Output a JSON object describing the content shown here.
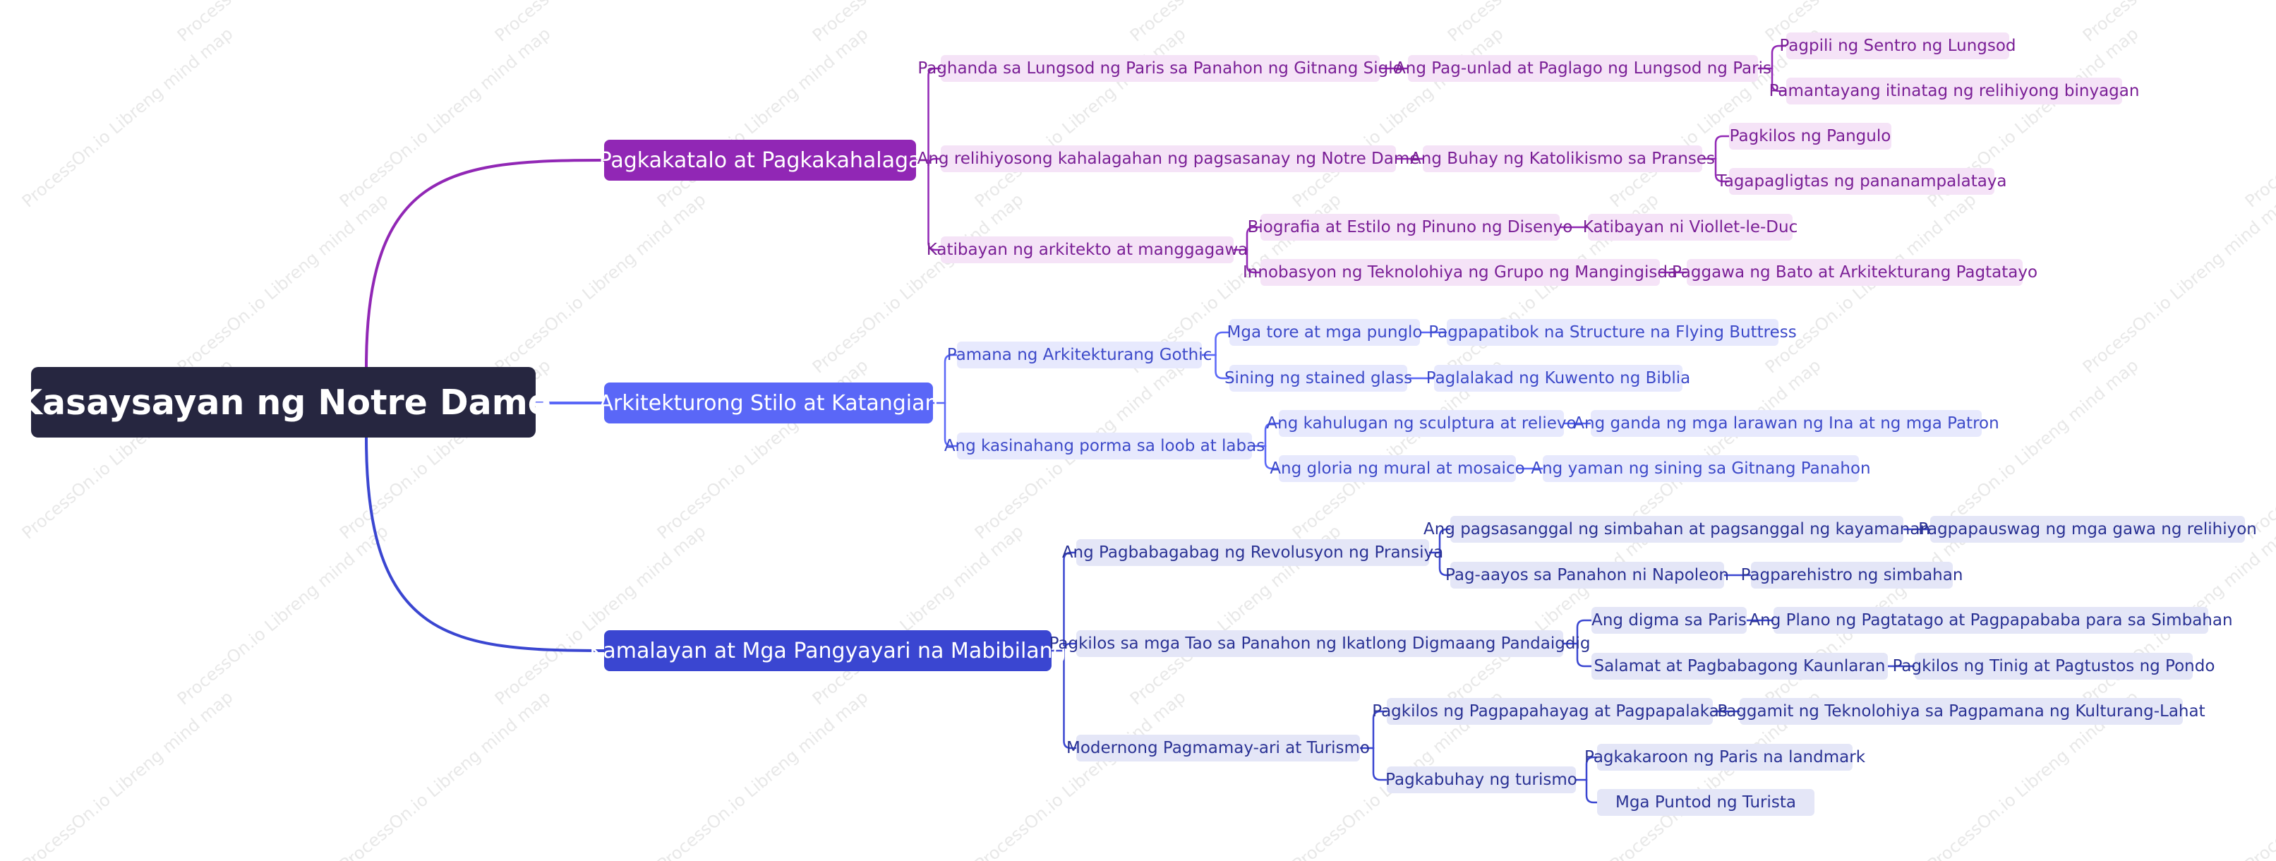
{
  "watermark": "ProcessOn.io Libreng mind map",
  "colors": {
    "root_bg": "#262640",
    "branch1": "#9127b5",
    "branch2": "#5a67f7",
    "branch3": "#3a46d1",
    "branch1_sub_bg": "#f5e3f7",
    "branch2_sub_bg": "#e7e9fd",
    "branch3_sub_bg": "#e4e6f7",
    "branch1_text": "#7a1f96",
    "branch2_text": "#3d4ac9",
    "branch3_text": "#2a3294"
  },
  "root": {
    "label": "Kasaysayan ng Notre Dame"
  },
  "branches": [
    {
      "label": "Pagkakatalo at Pagkakahalaga",
      "children": [
        {
          "label": "Paghanda sa Lungsod ng Paris sa Panahon ng Gitnang Siglo",
          "children": [
            {
              "label": "Ang Pag-unlad at Paglago ng Lungsod ng Paris",
              "children": [
                {
                  "label": "Pagpili ng Sentro ng Lungsod"
                },
                {
                  "label": "Pamantayang itinatag ng relihiyong binyagan"
                }
              ]
            }
          ]
        },
        {
          "label": "Ang relihiyosong kahalagahan ng pagsasanay ng Notre Dame",
          "children": [
            {
              "label": "Ang Buhay ng Katolikismo sa Pranses",
              "children": [
                {
                  "label": "Pagkilos ng Pangulo"
                },
                {
                  "label": "Tagapagligtas ng pananampalataya"
                }
              ]
            }
          ]
        },
        {
          "label": "Katibayan ng arkitekto at manggagawa",
          "children": [
            {
              "label": "Biografia at Estilo ng Pinuno ng Disenyo",
              "children": [
                {
                  "label": "Katibayan ni Viollet-le-Duc"
                }
              ]
            },
            {
              "label": "Innobasyon ng Teknolohiya ng Grupo ng Mangingisda",
              "children": [
                {
                  "label": "Paggawa ng Bato at Arkitekturang Pagtatayo"
                }
              ]
            }
          ]
        }
      ]
    },
    {
      "label": "Arkitekturong Stilo at Katangian",
      "children": [
        {
          "label": "Pamana ng Arkitekturang Gothic",
          "children": [
            {
              "label": "Mga tore at mga punglo",
              "children": [
                {
                  "label": "Pagpapatibok na Structure na Flying Buttress"
                }
              ]
            },
            {
              "label": "Sining ng stained glass",
              "children": [
                {
                  "label": "Paglalakad ng Kuwento ng Biblia"
                }
              ]
            }
          ]
        },
        {
          "label": "Ang kasinahang porma sa loob at labas",
          "children": [
            {
              "label": "Ang kahulugan ng sculptura at relievo",
              "children": [
                {
                  "label": "Ang ganda ng mga larawan ng Ina at ng mga Patron"
                }
              ]
            },
            {
              "label": "Ang gloria ng mural at mosaico",
              "children": [
                {
                  "label": "Ang yaman ng sining sa Gitnang Panahon"
                }
              ]
            }
          ]
        }
      ]
    },
    {
      "label": "Kamalayan at Mga Pangyayari na Mabibilang",
      "children": [
        {
          "label": "Ang Pagbabagabag ng Revolusyon ng Pransiya",
          "children": [
            {
              "label": "Ang pagsasanggal ng simbahan at pagsanggal ng kayamanan",
              "children": [
                {
                  "label": "Pagpapauswag ng mga gawa ng relihiyon"
                }
              ]
            },
            {
              "label": "Pag-aayos sa Panahon ni Napoleon",
              "children": [
                {
                  "label": "Pagparehistro ng simbahan"
                }
              ]
            }
          ]
        },
        {
          "label": "Pagkilos sa mga Tao sa Panahon ng Ikatlong Digmaang Pandaigdig",
          "children": [
            {
              "label": "Ang digma sa Paris",
              "children": [
                {
                  "label": "Ang Plano ng Pagtatago at Pagpapababa para sa Simbahan"
                }
              ]
            },
            {
              "label": "Salamat at Pagbabagong Kaunlaran",
              "children": [
                {
                  "label": "Pagkilos ng Tinig at Pagtustos ng Pondo"
                }
              ]
            }
          ]
        },
        {
          "label": "Modernong Pagmamay-ari at Turismo",
          "children": [
            {
              "label": "Pagkilos ng Pagpapahayag at Pagpapalakas",
              "children": [
                {
                  "label": "Paggamit ng Teknolohiya sa Pagpamana ng Kulturang-Lahat"
                }
              ]
            },
            {
              "label": "Pagkabuhay ng turismo",
              "children": [
                {
                  "label": "Pagkakaroon ng Paris na landmark"
                },
                {
                  "label": "Mga Puntod ng Turista"
                }
              ]
            }
          ]
        }
      ]
    }
  ]
}
